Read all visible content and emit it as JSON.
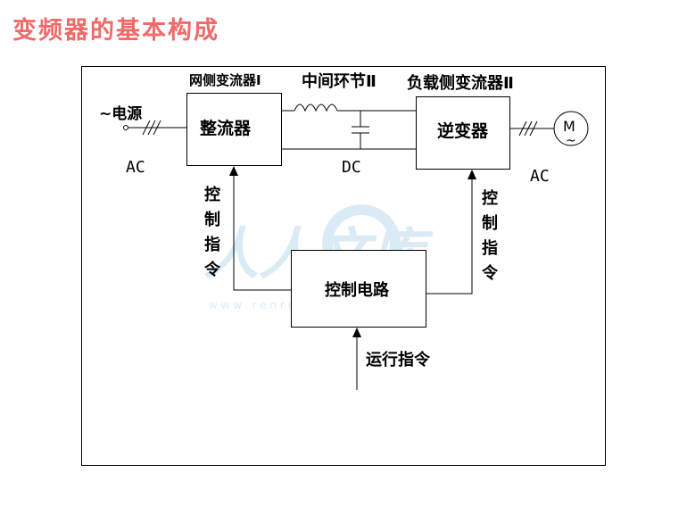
{
  "title": "变频器的基本构成",
  "colors": {
    "title": "#f06a6a",
    "line": "#000000",
    "watermark": "#bcdcf0"
  },
  "labels": {
    "grid_converter": "网侧变流器Ⅰ",
    "dc_link": "中间环节Ⅱ",
    "load_converter": "负载侧变流器Ⅱ",
    "power_source": "~电源",
    "rectifier": "整流器",
    "inverter": "逆变器",
    "ac_in": "AC",
    "dc": "DC",
    "ac_out": "AC",
    "motor": "M",
    "motor_wave": "~",
    "control_circuit": "控制电路",
    "control_cmd_left": [
      "控",
      "制",
      "指",
      "令"
    ],
    "control_cmd_right": [
      "控",
      "制",
      "指",
      "令"
    ],
    "run_cmd": "运行指令"
  },
  "watermark": {
    "text": "人人文库",
    "url": "w w w . r e n r e n d o c . c o m"
  }
}
